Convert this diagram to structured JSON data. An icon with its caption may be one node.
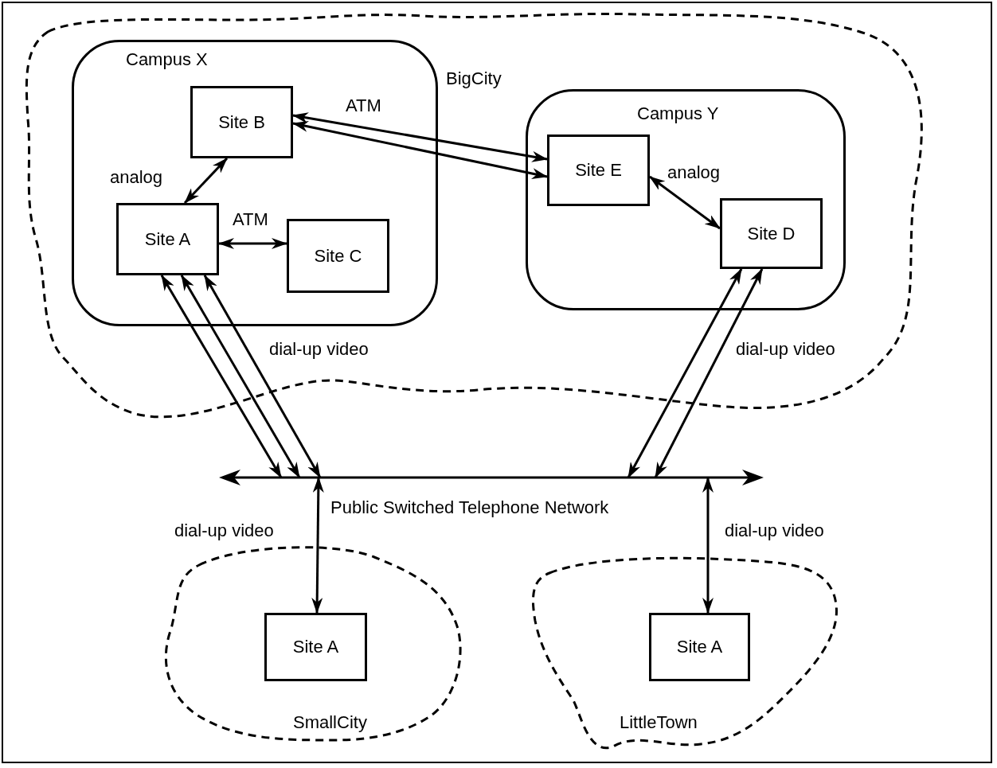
{
  "diagram": {
    "nodes": [
      {
        "text": [
          "BigCity"
        ]
      },
      {
        "text": [
          "Campus X"
        ],
        "in": 0
      },
      {
        "text": [
          "Site B"
        ],
        "in": 1
      },
      {
        "text": [
          "Site A"
        ],
        "in": 1
      },
      {
        "text": [
          "Site C"
        ],
        "in": 1
      },
      {
        "text": [
          "Campus Y"
        ],
        "in": 0
      },
      {
        "text": [
          "Site E"
        ],
        "in": 5
      },
      {
        "text": [
          "Site D"
        ],
        "in": 5
      },
      {
        "text": [
          "Public Switched Telephone Network"
        ]
      },
      {
        "text": [
          "SmallCity"
        ]
      },
      {
        "text": [
          "Site A"
        ],
        "in": 9
      },
      {
        "text": [
          "LittleTown"
        ]
      },
      {
        "text": [
          "Site A"
        ],
        "in": 11
      }
    ],
    "edges": [
      {
        "from": 2,
        "to": 3,
        "arrow": "both",
        "label": "analog"
      },
      {
        "from": 3,
        "to": 4,
        "arrow": "both",
        "label": "ATM"
      },
      {
        "from": 2,
        "to": 6,
        "arrow": "both",
        "label": "ATM"
      },
      {
        "from": 2,
        "to": 6,
        "arrow": "both"
      },
      {
        "from": 6,
        "to": 7,
        "arrow": "both",
        "label": "analog"
      },
      {
        "from": 3,
        "to": 8,
        "arrow": "both"
      },
      {
        "from": 3,
        "to": 8,
        "arrow": "both"
      },
      {
        "from": 3,
        "to": 8,
        "arrow": "both",
        "label": "dial-up video"
      },
      {
        "from": 7,
        "to": 8,
        "arrow": "both"
      },
      {
        "from": 7,
        "to": 8,
        "arrow": "both",
        "label": "dial-up video"
      },
      {
        "from": 8,
        "to": 10,
        "arrow": "both",
        "label": "dial-up video"
      },
      {
        "from": 8,
        "to": 12,
        "arrow": "both",
        "label": "dial-up video"
      }
    ]
  }
}
